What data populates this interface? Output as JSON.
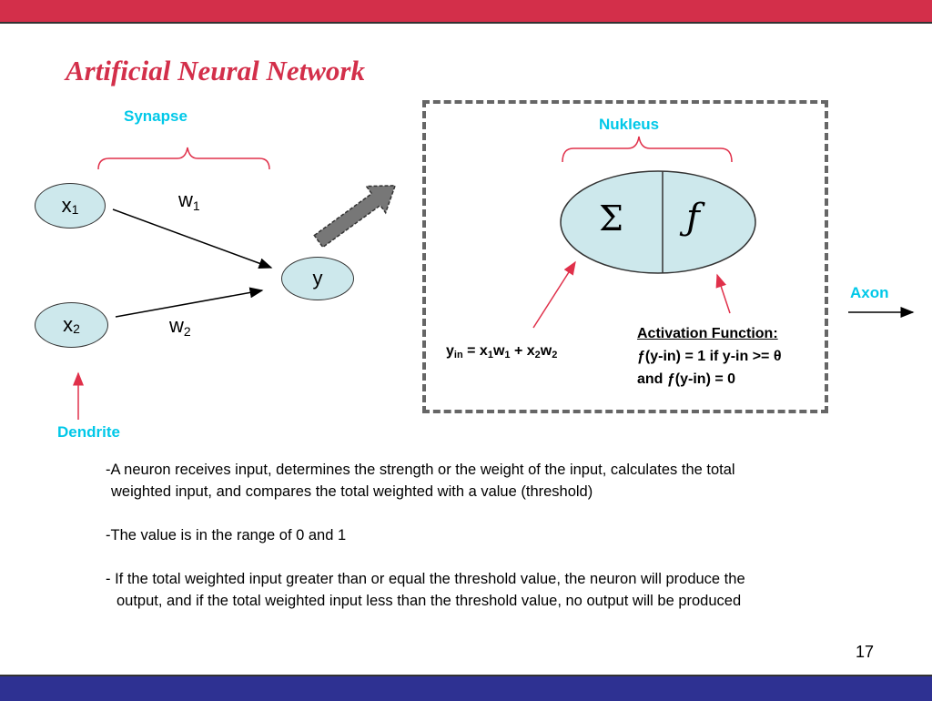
{
  "slide": {
    "title": "Artificial Neural Network",
    "page_number": "17",
    "colors": {
      "top_bar": "#d32f4a",
      "bottom_bar": "#2e3192",
      "label": "#00c8e8",
      "arrow_red": "#e0304a",
      "node_fill": "#cde8ec"
    }
  },
  "diagram": {
    "synapse_label": "Synapse",
    "nucleus_label": "Nukleus",
    "dendrite_label": "Dendrite",
    "axon_label": "Axon",
    "x1": {
      "base": "x",
      "sub": "1"
    },
    "x2": {
      "base": "x",
      "sub": "2"
    },
    "w1": {
      "base": "w",
      "sub": "1"
    },
    "w2": {
      "base": "w",
      "sub": "2"
    },
    "y": "y",
    "sum_symbol": "Σ",
    "f_symbol": "ƒ",
    "formula": {
      "y": "y",
      "y_sub": "in",
      "eq": " = x",
      "x1sub": "1",
      "w": "w",
      "w1sub": "1",
      "plus": " + x",
      "x2sub": "2",
      "w2": "w",
      "w2sub": "2"
    },
    "activation": {
      "heading": "Activation Function:",
      "line1": "ƒ(y-in) = 1 if  y-in >= θ",
      "line2": "and ƒ(y-in) = 0"
    }
  },
  "body": {
    "p1_line1": "-A neuron receives input, determines the strength or the weight of the input, calculates the total",
    "p1_line2": " weighted input, and compares the total weighted with a value (threshold)",
    "p2": "-The value is in the range of 0 and 1",
    "p3_line1": "- If the total weighted input greater than or equal the threshold value, the neuron will produce the",
    "p3_line2": "  output, and if the total weighted input less than the threshold value, no output will be produced"
  }
}
